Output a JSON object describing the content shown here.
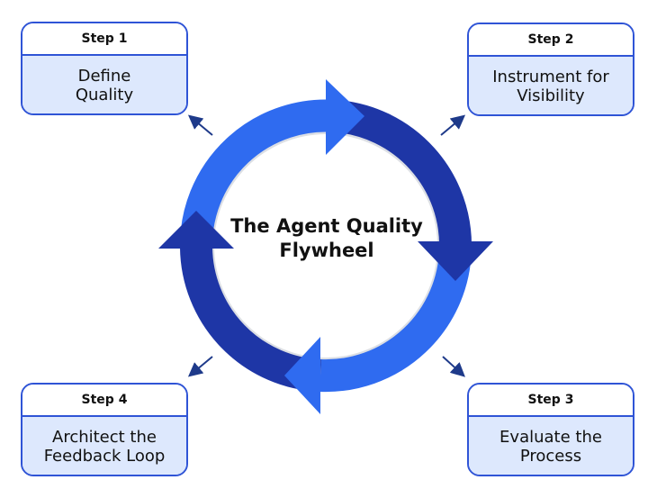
{
  "diagram": {
    "center": {
      "line1": "The Agent Quality",
      "line2": "Flywheel"
    },
    "steps": [
      {
        "step": "Step 1",
        "line1": "Define",
        "line2": "Quality"
      },
      {
        "step": "Step 2",
        "line1": "Instrument for",
        "line2": "Visibility"
      },
      {
        "step": "Step 3",
        "line1": "Evaluate the",
        "line2": "Process"
      },
      {
        "step": "Step 4",
        "line1": "Architect the",
        "line2": "Feedback Loop"
      }
    ],
    "colors": {
      "bright_blue": "#2f6bf0",
      "dark_blue": "#1e36a6",
      "inner_ring": "#dcdfe4",
      "card_border": "#2f54d6",
      "card_fill": "#dde8fd",
      "connector": "#1e3a8a"
    }
  }
}
